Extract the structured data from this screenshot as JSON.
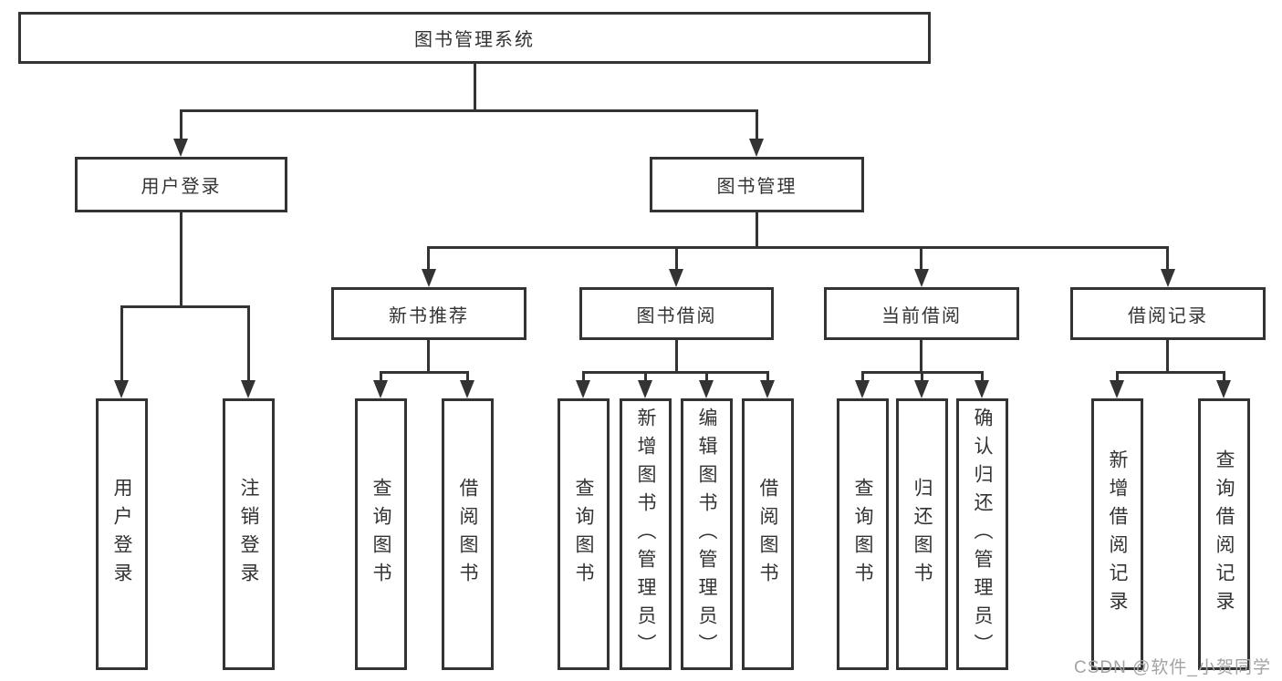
{
  "diagram": {
    "root_label": "图书管理系统",
    "watermark": "CSDN @软件_小贺同学",
    "colors": {
      "line": "#333333",
      "text": "#333333",
      "box_background": "#ffffff",
      "watermark": "#a3a3a3"
    },
    "level2": [
      {
        "label": "用户登录"
      },
      {
        "label": "图书管理"
      }
    ],
    "level3": [
      {
        "label": "新书推荐",
        "parent": "图书管理"
      },
      {
        "label": "图书借阅",
        "parent": "图书管理"
      },
      {
        "label": "当前借阅",
        "parent": "图书管理"
      },
      {
        "label": "借阅记录",
        "parent": "图书管理"
      }
    ],
    "leaves": [
      {
        "label": "用户登录",
        "parent": "用户登录"
      },
      {
        "label": "注销登录",
        "parent": "用户登录"
      },
      {
        "label": "查询图书",
        "parent": "新书推荐"
      },
      {
        "label": "借阅图书",
        "parent": "新书推荐"
      },
      {
        "label": "查询图书",
        "parent": "图书借阅"
      },
      {
        "label": "新增图书（管理员）",
        "parent": "图书借阅"
      },
      {
        "label": "编辑图书（管理员）",
        "parent": "图书借阅"
      },
      {
        "label": "借阅图书",
        "parent": "图书借阅"
      },
      {
        "label": "查询图书",
        "parent": "当前借阅"
      },
      {
        "label": "归还图书",
        "parent": "当前借阅"
      },
      {
        "label": "确认归还（管理员）",
        "parent": "当前借阅"
      },
      {
        "label": "新增借阅记录",
        "parent": "借阅记录"
      },
      {
        "label": "查询借阅记录",
        "parent": "借阅记录"
      }
    ]
  }
}
